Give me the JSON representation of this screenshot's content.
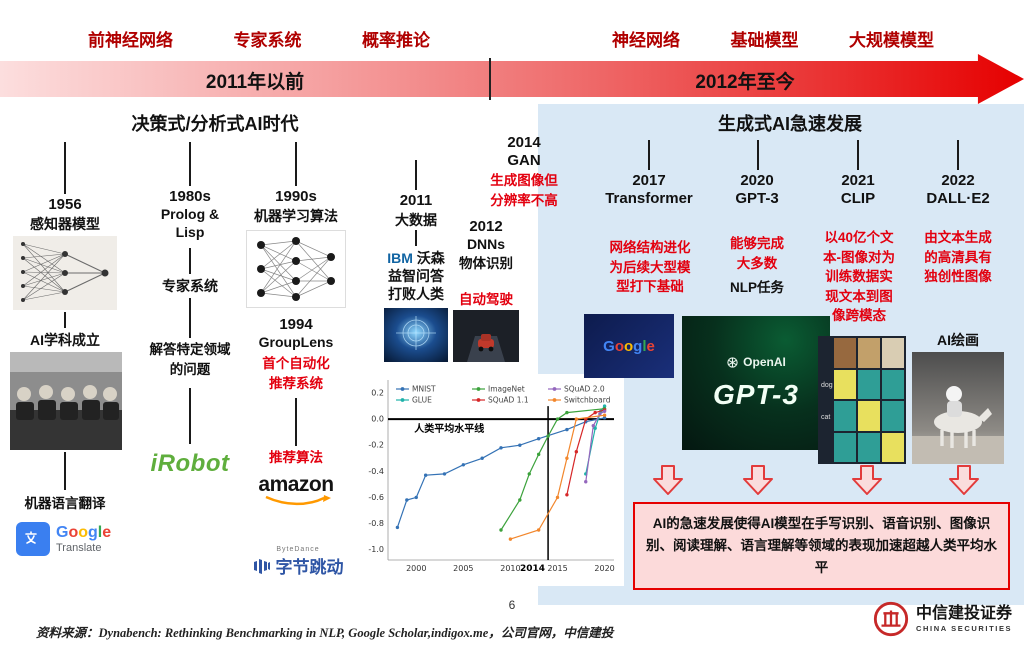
{
  "header": {
    "left_categories": [
      "前神经网络",
      "专家系统",
      "概率推论"
    ],
    "right_categories": [
      "神经网络",
      "基础模型",
      "大规模模型"
    ],
    "arrow": {
      "left_label": "2011年以前",
      "right_label": "2012年至今"
    },
    "accent_color": "#b00000"
  },
  "left_section": {
    "title": "决策式/分析式AI时代",
    "col_1956": {
      "year": "1956",
      "name": "感知器模型",
      "event2": "AI学科成立",
      "event3": "机器语言翻译",
      "google_translate": {
        "brand": "Google",
        "product": "Translate"
      }
    },
    "col_1980s": {
      "year": "1980s",
      "name_line1": "Prolog &",
      "name_line2": "Lisp",
      "label": "专家系统",
      "desc": "解答特定领域的问题",
      "irobot": "iRobot"
    },
    "col_1990s": {
      "year": "1990s",
      "name": "机器学习算法",
      "sub_year": "1994",
      "sub_name": "GroupLens",
      "sub_desc": "首个自动化推荐系统",
      "label": "推荐算法",
      "amazon": "amazon",
      "bytedance_cn": "字节跳动",
      "bytedance_en": "ByteDance"
    },
    "col_2011": {
      "year": "2011",
      "name": "大数据",
      "ibm": "IBM",
      "watson": "沃森",
      "desc_line2": "益智问答",
      "desc_line3": "打败人类"
    },
    "col_2012": {
      "year": "2012",
      "name": "DNNs",
      "label": "物体识别",
      "sub_label": "自动驾驶"
    },
    "col_2014": {
      "year": "2014",
      "name": "GAN",
      "desc": "生成图像但分辨率不高"
    }
  },
  "right_section": {
    "title": "生成式AI急速发展",
    "col_2017": {
      "year": "2017",
      "name": "Transformer",
      "desc": "网络结构进化为后续大型模型打下基础",
      "logo": "Google"
    },
    "col_2020": {
      "year": "2020",
      "name": "GPT-3",
      "desc_red": "能够完成大多数",
      "desc_black": "NLP任务",
      "image_brand": "OpenAI",
      "image_title": "GPT-3"
    },
    "col_2021": {
      "year": "2021",
      "name": "CLIP",
      "desc": "以40亿个文本-图像对为训练数据实现文本到图像跨模态",
      "row_labels": [
        "dog",
        "cat"
      ]
    },
    "col_2022": {
      "year": "2022",
      "name": "DALL·E2",
      "desc": "由文本生成的高清具有独创性图像",
      "label": "AI绘画"
    },
    "summary_box": "AI的急速发展使得AI模型在手写识别、语音识别、图像识别、阅读理解、语言理解等领域的表现加速超越人类平均水平"
  },
  "chart_data": {
    "type": "line",
    "title": "",
    "xlabel": "",
    "ylabel": "",
    "xlim": [
      1997,
      2021
    ],
    "ylim": [
      -1.08,
      0.3
    ],
    "x_ticks": [
      2000,
      2005,
      2010,
      2015,
      2020
    ],
    "y_ticks": [
      0.2,
      0.0,
      -0.2,
      -0.4,
      -0.6,
      -0.8,
      -1.0
    ],
    "grid": false,
    "legend_position": "top-left",
    "human_baseline": {
      "y": 0.0,
      "label": "人类平均水平线"
    },
    "marker_line": {
      "x": 2014,
      "label": "2014"
    },
    "series": [
      {
        "name": "MNIST",
        "color": "#3472b5",
        "points": [
          [
            1998,
            -0.83
          ],
          [
            1999,
            -0.62
          ],
          [
            2000,
            -0.6
          ],
          [
            2001,
            -0.43
          ],
          [
            2003,
            -0.42
          ],
          [
            2005,
            -0.35
          ],
          [
            2007,
            -0.3
          ],
          [
            2009,
            -0.22
          ],
          [
            2011,
            -0.2
          ],
          [
            2013,
            -0.15
          ],
          [
            2016,
            -0.08
          ],
          [
            2018,
            -0.02
          ],
          [
            2020,
            0.01
          ]
        ]
      },
      {
        "name": "GLUE",
        "color": "#20b2aa",
        "points": [
          [
            2018,
            -0.42
          ],
          [
            2019,
            -0.07
          ],
          [
            2019.6,
            0.06
          ],
          [
            2020,
            0.1
          ]
        ]
      },
      {
        "name": "ImageNet",
        "color": "#3ca23c",
        "points": [
          [
            2009,
            -0.85
          ],
          [
            2011,
            -0.62
          ],
          [
            2012,
            -0.42
          ],
          [
            2013,
            -0.27
          ],
          [
            2014,
            -0.13
          ],
          [
            2015,
            0.0
          ],
          [
            2016,
            0.05
          ],
          [
            2020,
            0.08
          ]
        ]
      },
      {
        "name": "SQuAD 1.1",
        "color": "#d62728",
        "points": [
          [
            2016,
            -0.58
          ],
          [
            2017,
            -0.25
          ],
          [
            2018,
            0.0
          ],
          [
            2019,
            0.05
          ],
          [
            2020,
            0.07
          ]
        ]
      },
      {
        "name": "SQuAD 2.0",
        "color": "#9467bd",
        "points": [
          [
            2018,
            -0.48
          ],
          [
            2018.8,
            -0.05
          ],
          [
            2019.5,
            0.04
          ],
          [
            2020,
            0.06
          ]
        ]
      },
      {
        "name": "Switchboard",
        "color": "#f2872d",
        "points": [
          [
            2010,
            -0.92
          ],
          [
            2013,
            -0.85
          ],
          [
            2015,
            -0.6
          ],
          [
            2016,
            -0.3
          ],
          [
            2017,
            0.0
          ],
          [
            2020,
            0.03
          ]
        ]
      }
    ]
  },
  "footer": {
    "page_number": "6",
    "source": "资料来源：Dynabench: Rethinking Benchmarking in NLP, Google Scholar,indigox.me，公司官网，中信建投",
    "logo_cn": "中信建投证券",
    "logo_en": "CHINA SECURITIES"
  }
}
